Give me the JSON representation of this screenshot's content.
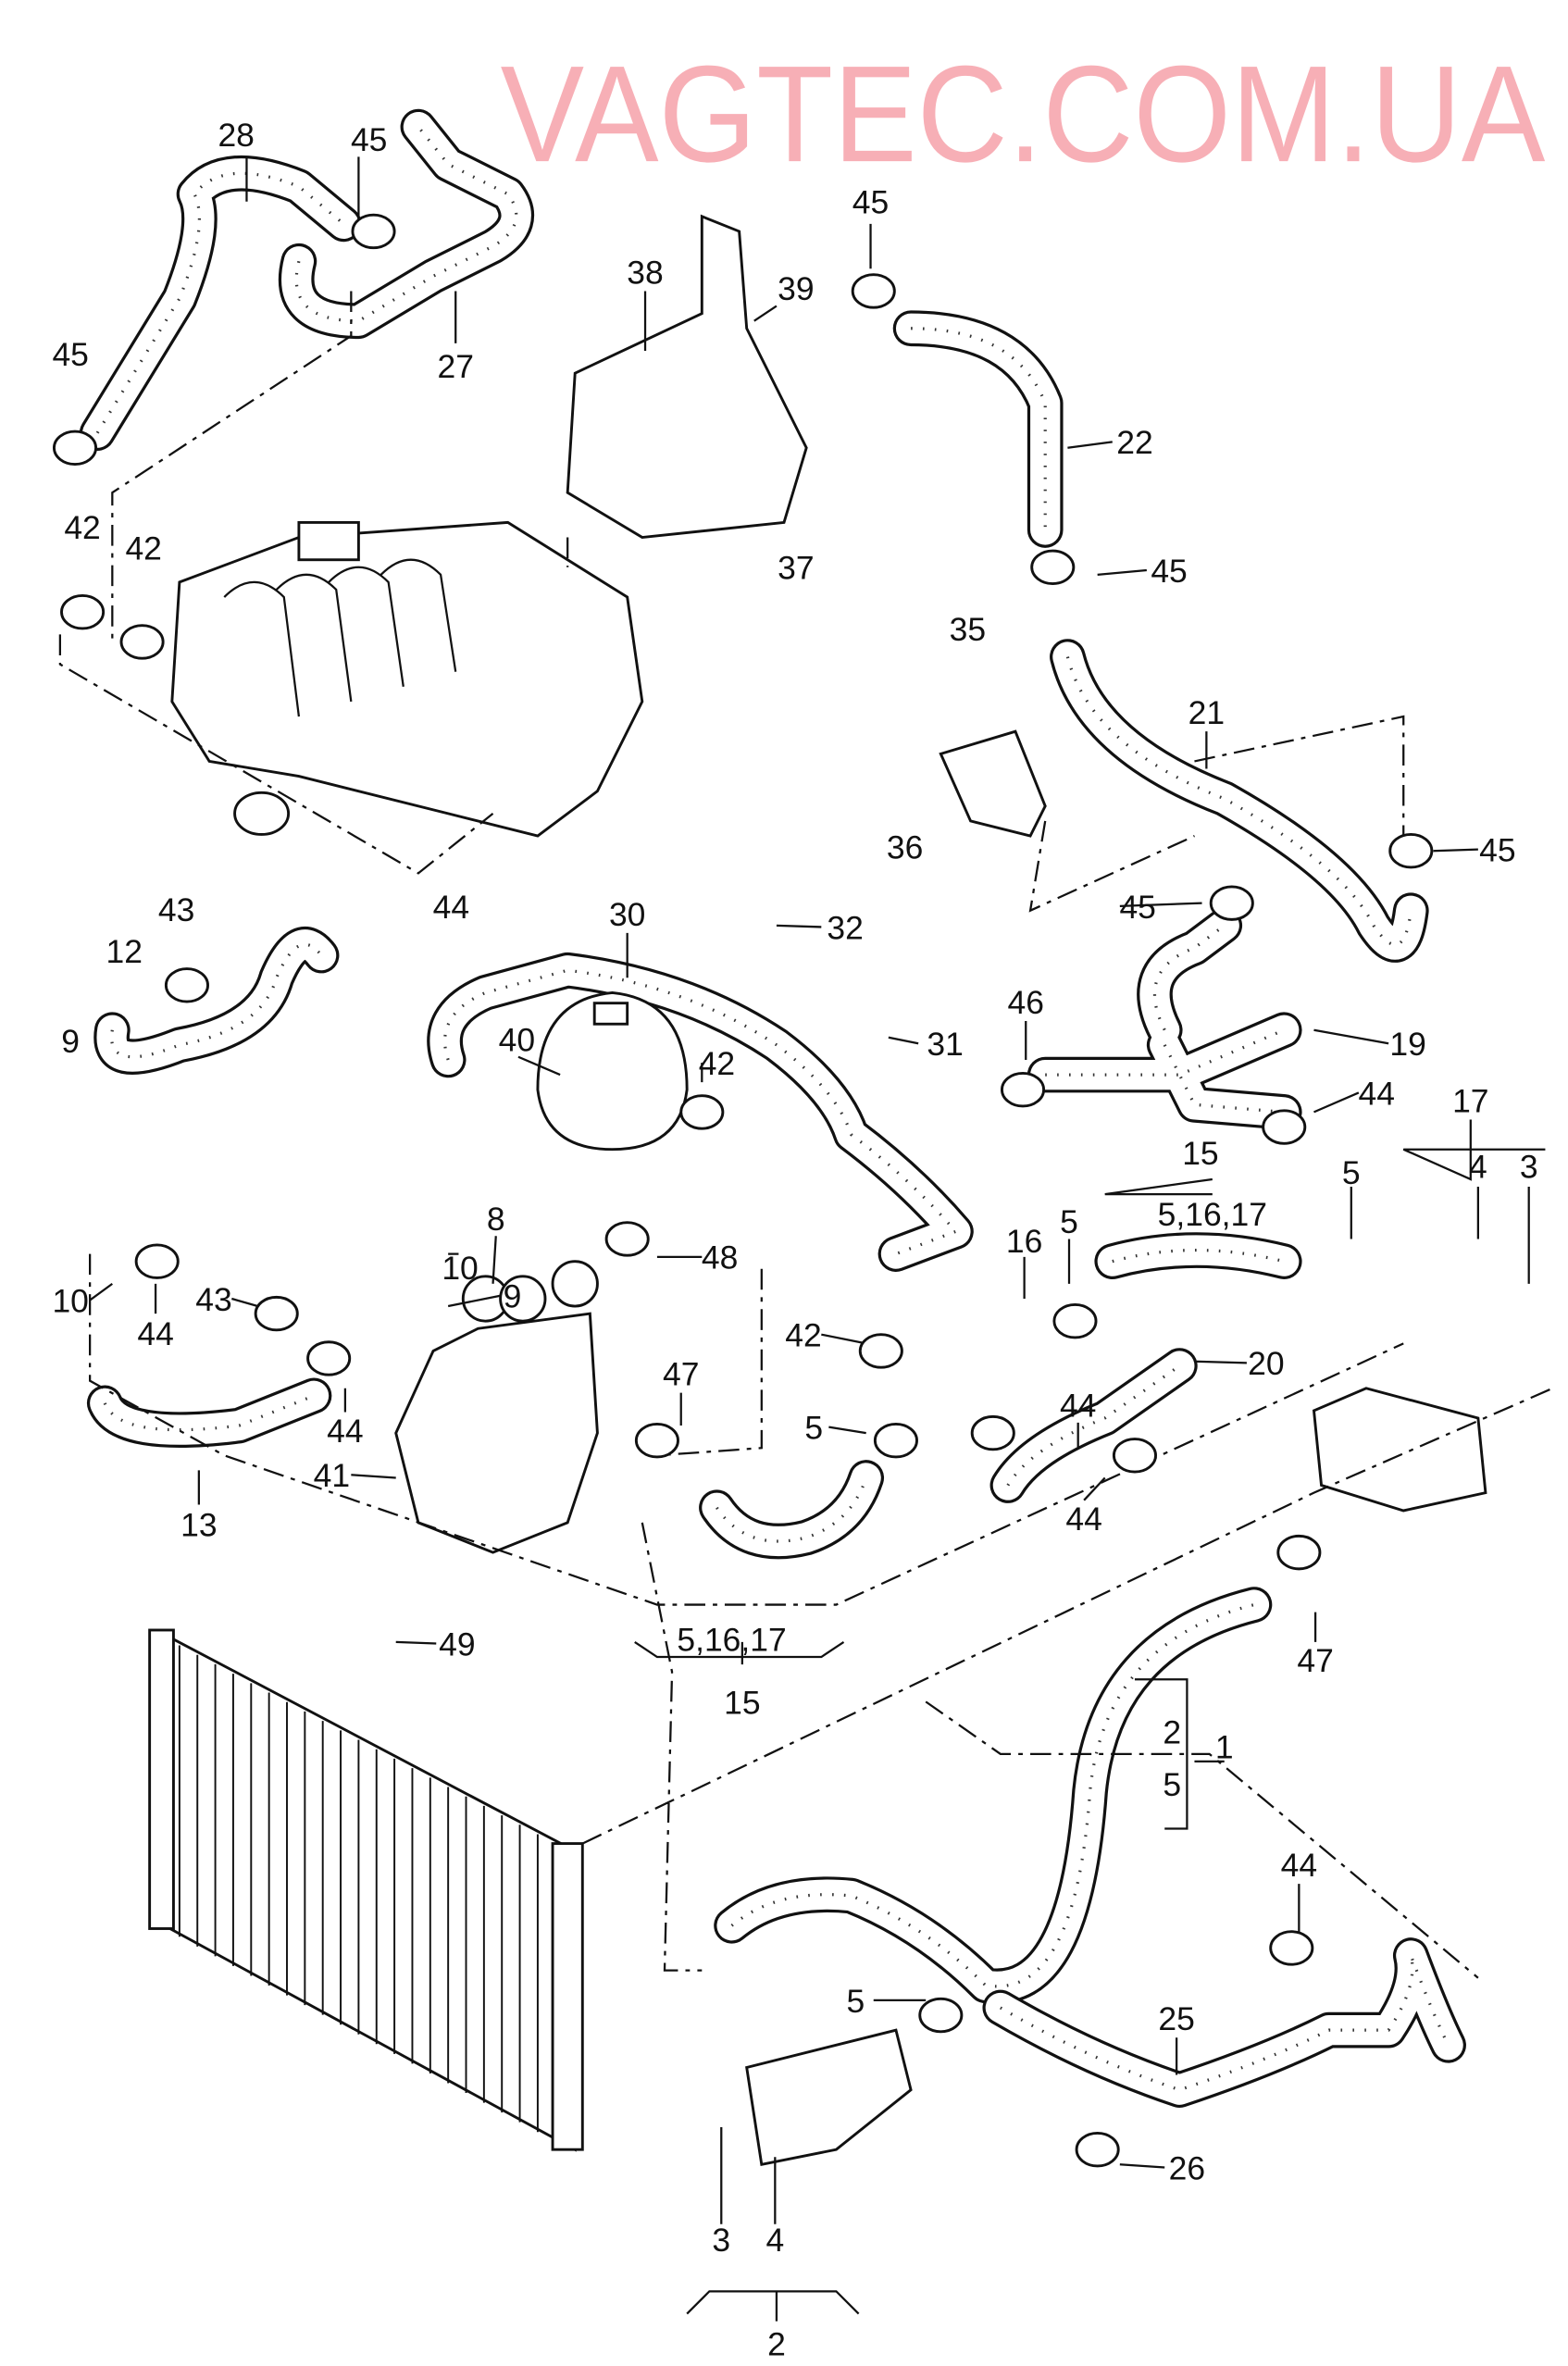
{
  "watermark": "VAGTEC.COM.UA",
  "labels": [
    "28",
    "45",
    "45",
    "27",
    "38",
    "39",
    "45",
    "22",
    "45",
    "42",
    "42",
    "37",
    "35",
    "36",
    "21",
    "45",
    "45",
    "30",
    "32",
    "43",
    "44",
    "12",
    "31",
    "46",
    "19",
    "40",
    "42",
    "9",
    "44",
    "17",
    "15",
    "5",
    "4",
    "3",
    "5",
    "5,16,17",
    "16",
    "8",
    "10",
    "9",
    "48",
    "10",
    "44",
    "43",
    "42",
    "20",
    "47",
    "44",
    "5",
    "44",
    "41",
    "13",
    "44",
    "49",
    "47",
    "5,16,17",
    "15",
    "2",
    "1",
    "5",
    "44",
    "5",
    "25",
    "26",
    "3",
    "4",
    "2"
  ]
}
